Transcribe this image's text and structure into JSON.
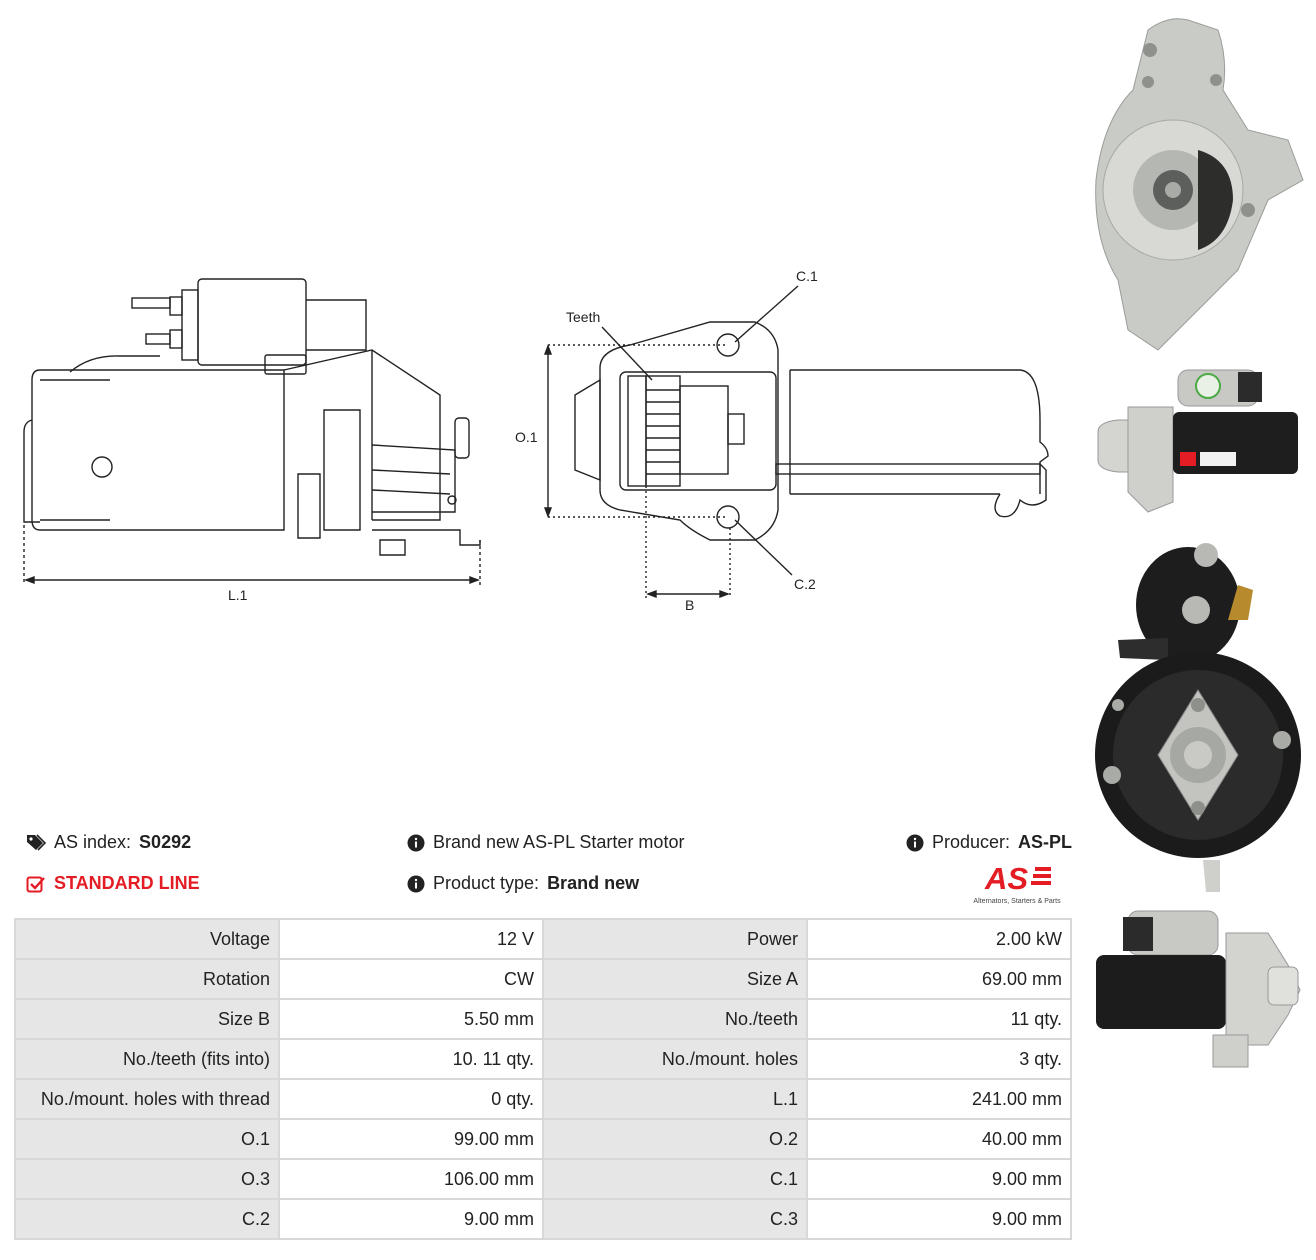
{
  "diagram": {
    "label_l1": "L.1",
    "label_teeth": "Teeth",
    "label_c1": "C.1",
    "label_c2": "C.2",
    "label_o1": "O.1",
    "label_b": "B"
  },
  "info": {
    "as_index_label": "AS index:",
    "as_index_value": "S0292",
    "line": "STANDARD LINE",
    "description": "Brand new AS-PL Starter motor",
    "product_type_label": "Product type:",
    "product_type_value": "Brand new",
    "producer_label": "Producer:",
    "producer_value": "AS-PL",
    "logo_text": "AS",
    "logo_tagline": "Alternators, Starters & Parts"
  },
  "specs": [
    [
      "Voltage",
      "12 V",
      "Power",
      "2.00 kW"
    ],
    [
      "Rotation",
      "CW",
      "Size A",
      "69.00 mm"
    ],
    [
      "Size B",
      "5.50 mm",
      "No./teeth",
      "11 qty."
    ],
    [
      "No./teeth (fits into)",
      "10. 11 qty.",
      "No./mount. holes",
      "3 qty."
    ],
    [
      "No./mount. holes with thread",
      "0 qty.",
      "L.1",
      "241.00 mm"
    ],
    [
      "O.1",
      "99.00 mm",
      "O.2",
      "40.00 mm"
    ],
    [
      "O.3",
      "106.00 mm",
      "C.1",
      "9.00 mm"
    ],
    [
      "C.2",
      "9.00 mm",
      "C.3",
      "9.00 mm"
    ]
  ],
  "colors": {
    "accent_red": "#e41c23",
    "table_label_bg": "#e6e6e6",
    "table_border": "#d8d8d8"
  },
  "icons": [
    "tags-icon",
    "check-square-icon",
    "info-circle-icon"
  ]
}
